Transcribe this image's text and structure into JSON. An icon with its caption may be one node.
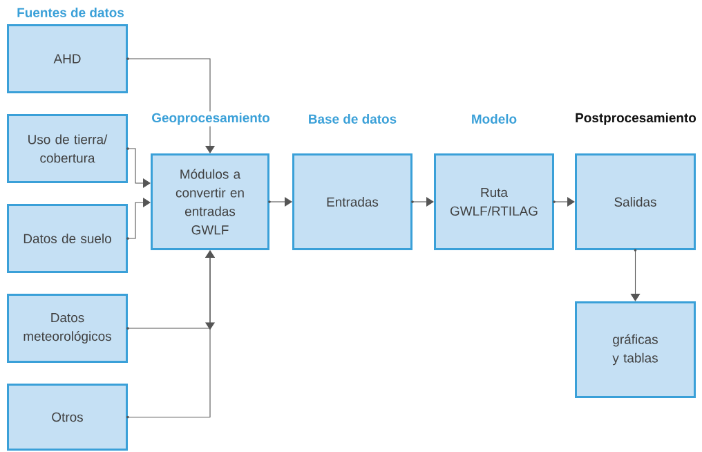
{
  "diagram": {
    "nodes": [
      {
        "text": [
          "AHD"
        ]
      },
      {
        "text": [
          "Uso de tierra/ cobertura"
        ]
      },
      {
        "text": [
          "Datos de suelo"
        ]
      },
      {
        "text": [
          "Datos meteorológicos"
        ]
      },
      {
        "text": [
          "Otros"
        ]
      },
      {
        "text": [
          "Módulos a convertir en entradas GWLF"
        ]
      },
      {
        "text": [
          "Entradas"
        ]
      },
      {
        "text": [
          "Ruta GWLF/RTILAG"
        ]
      },
      {
        "text": [
          "Salidas"
        ]
      },
      {
        "text": [
          "gráficas y tablas"
        ]
      }
    ],
    "edges": [
      {
        "from": 0,
        "to": 5,
        "arrow": "to"
      },
      {
        "from": 1,
        "to": 5,
        "arrow": "to"
      },
      {
        "from": 2,
        "to": 5,
        "arrow": "to"
      },
      {
        "from": 3,
        "to": 5,
        "arrow": "to"
      },
      {
        "from": 4,
        "to": 5,
        "arrow": "to"
      },
      {
        "from": 5,
        "to": 6,
        "arrow": "to"
      },
      {
        "from": 6,
        "to": 7,
        "arrow": "to"
      },
      {
        "from": 7,
        "to": 8,
        "arrow": "to"
      },
      {
        "from": 8,
        "to": 9,
        "arrow": "to"
      }
    ],
    "labels": [
      "Fuentes de datos",
      "Geoprocesamiento",
      "Base de datos",
      "Modelo",
      "Postprocesamiento"
    ]
  }
}
